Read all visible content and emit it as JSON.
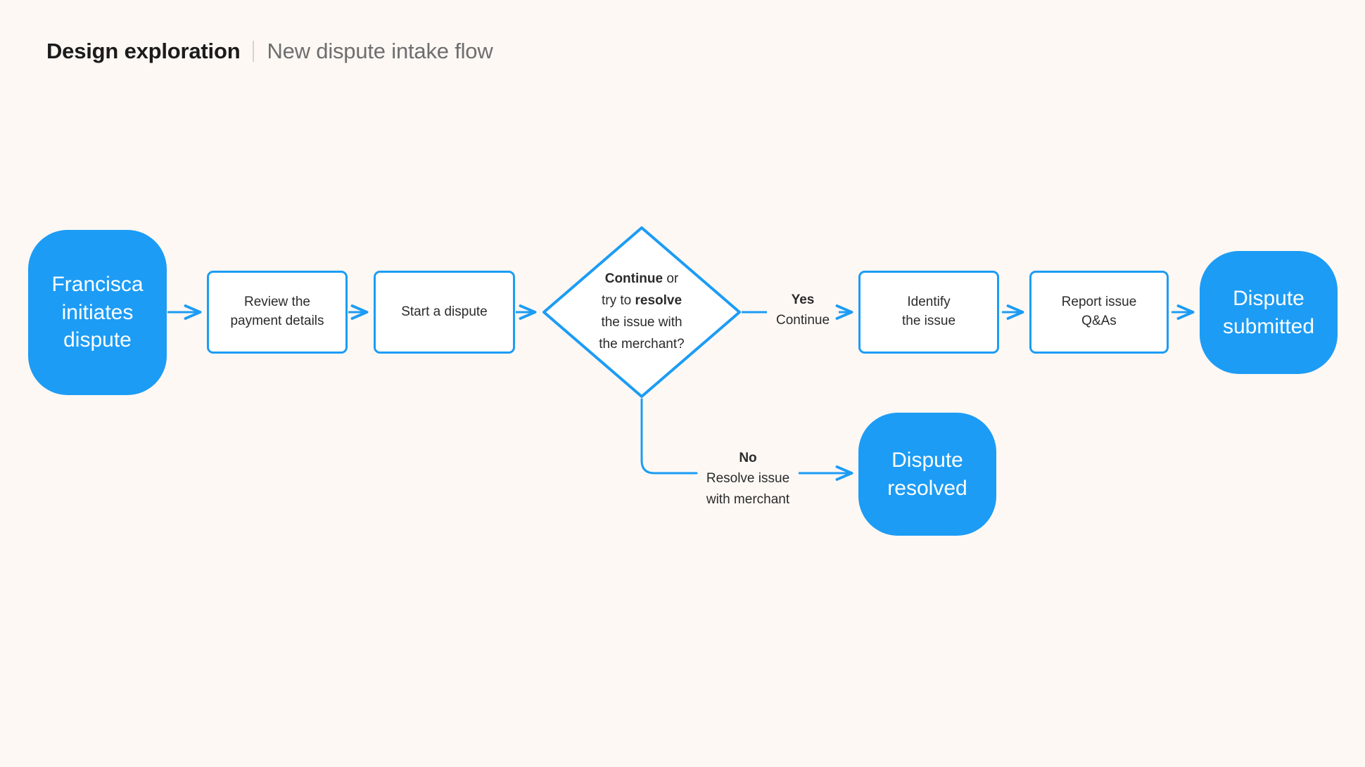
{
  "header": {
    "title": "Design exploration",
    "separator": "|",
    "subtitle": "New dispute intake flow"
  },
  "theme": {
    "background": "#FDF8F4",
    "accent_blue": "#1C9CF5",
    "node_text_dark": "#2B2B2B",
    "node_text_light": "#FFFFFF",
    "title_color": "#1B1B1B",
    "subtitle_color": "#6E6E6E"
  },
  "flow": {
    "nodes": [
      {
        "id": "start",
        "type": "terminal",
        "label": "Francisca initiates dispute",
        "line1": "Francisca",
        "line2": "initiates",
        "line3": "dispute"
      },
      {
        "id": "review-payment",
        "type": "process",
        "label": "Review the payment details",
        "line1": "Review the",
        "line2": "payment details"
      },
      {
        "id": "start-dispute",
        "type": "process",
        "label": "Start a dispute",
        "line1": "Start a dispute",
        "line2": ""
      },
      {
        "id": "decision",
        "type": "decision",
        "label": "Continue or try to resolve the issue with the merchant?",
        "rich": [
          {
            "bold": "Continue",
            "plain": " or"
          },
          {
            "plain": "try to ",
            "bold": "resolve"
          },
          {
            "plain": "the issue with"
          },
          {
            "plain": "the merchant?"
          }
        ]
      },
      {
        "id": "identify-issue",
        "type": "process",
        "label": "Identify the issue",
        "line1": "Identify",
        "line2": "the issue"
      },
      {
        "id": "report-issue",
        "type": "process",
        "label": "Report issue Q&As",
        "line1": "Report issue",
        "line2": "Q&As"
      },
      {
        "id": "dispute-submitted",
        "type": "terminal",
        "label": "Dispute submitted",
        "line1": "Dispute",
        "line2": "submitted"
      },
      {
        "id": "dispute-resolved",
        "type": "terminal",
        "label": "Dispute resolved",
        "line1": "Dispute",
        "line2": "resolved"
      }
    ],
    "edge_labels": [
      {
        "id": "yes-branch",
        "lead": "Yes",
        "detail": "Continue"
      },
      {
        "id": "no-branch",
        "lead": "No",
        "detail_line1": "Resolve issue",
        "detail_line2": "with merchant"
      }
    ]
  }
}
